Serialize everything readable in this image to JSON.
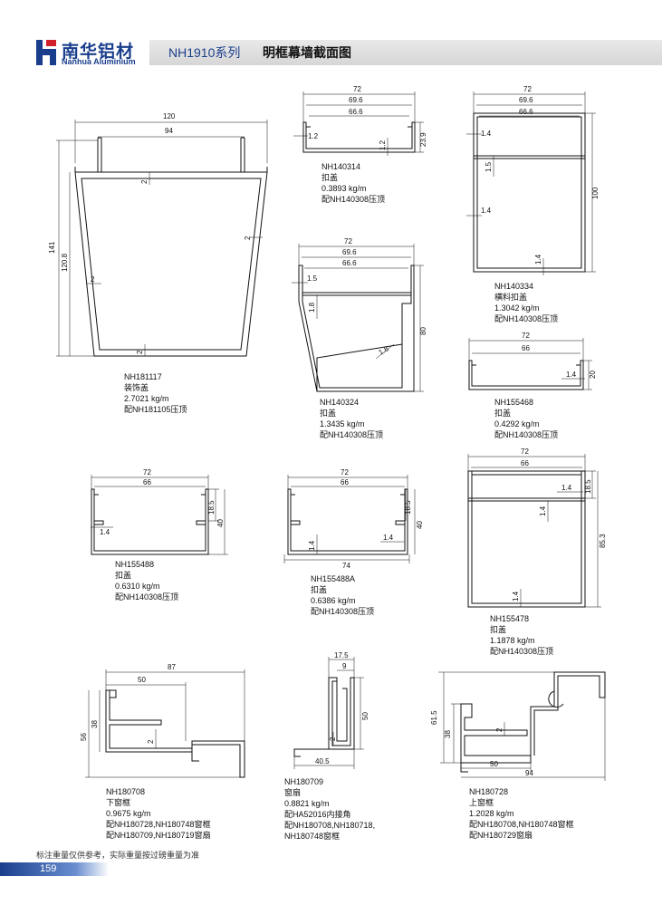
{
  "header": {
    "brand_cn": "南华铝材",
    "brand_en": "Nanhua Aluminium",
    "series": "NH1910系列",
    "title": "明框幕墙截面图"
  },
  "colors": {
    "brand": "#1a3e8c",
    "logo_red": "#d0202a"
  },
  "profiles": [
    {
      "code": "NH181117",
      "name": "装饰盖",
      "weight": "2.7021 kg/m",
      "notes": [
        "配NH181105压顶"
      ],
      "dims": [
        "120",
        "94",
        "141",
        "120.8",
        "2",
        "2",
        "2",
        "2"
      ]
    },
    {
      "code": "NH140314",
      "name": "扣盖",
      "weight": "0.3893 kg/m",
      "notes": [
        "配NH140308压顶"
      ],
      "dims": [
        "72",
        "69.6",
        "66.6",
        "1.2",
        "1.2",
        "23.9"
      ]
    },
    {
      "code": "NH140334",
      "name": "横料扣盖",
      "weight": "1.3042 kg/m",
      "notes": [
        "配NH140308压顶"
      ],
      "dims": [
        "72",
        "69.6",
        "66.6",
        "1.4",
        "1.5",
        "100",
        "1.4",
        "1.4"
      ]
    },
    {
      "code": "NH140324",
      "name": "扣盖",
      "weight": "1.3435 kg/m",
      "notes": [
        "配NH140308压顶"
      ],
      "dims": [
        "72",
        "69.6",
        "66.6",
        "1.5",
        "1.8",
        "80",
        "1.8"
      ]
    },
    {
      "code": "NH155468",
      "name": "扣盖",
      "weight": "0.4292 kg/m",
      "notes": [
        "配NH140308压顶"
      ],
      "dims": [
        "72",
        "66",
        "1.4",
        "20"
      ]
    },
    {
      "code": "NH155488",
      "name": "扣盖",
      "weight": "0.6310 kg/m",
      "notes": [
        "配NH140308压顶"
      ],
      "dims": [
        "72",
        "66",
        "18.5",
        "40",
        "1.4"
      ]
    },
    {
      "code": "NH155488A",
      "name": "扣盖",
      "weight": "0.6386 kg/m",
      "notes": [
        "配NH140308压顶"
      ],
      "dims": [
        "72",
        "66",
        "18.5",
        "40",
        "1.4",
        "1.4",
        "74"
      ]
    },
    {
      "code": "NH155478",
      "name": "扣盖",
      "weight": "1.1878 kg/m",
      "notes": [
        "配NH140308压顶"
      ],
      "dims": [
        "72",
        "66",
        "18.5",
        "1.4",
        "1.4",
        "85.3",
        "1.4"
      ]
    },
    {
      "code": "NH180708",
      "name": "下窗框",
      "weight": "0.9675 kg/m",
      "notes": [
        "配NH180728,NH180748窗框",
        "配NH180709,NH180719窗扇"
      ],
      "dims": [
        "87",
        "50",
        "38",
        "56",
        "2"
      ]
    },
    {
      "code": "NH180709",
      "name": "窗扇",
      "weight": "0.8821 kg/m",
      "notes": [
        "配HA52016内接角",
        "配NH180708,NH180718,",
        "NH180748窗框"
      ],
      "dims": [
        "17.5",
        "9",
        "50",
        "2",
        "40.5"
      ]
    },
    {
      "code": "NH180728",
      "name": "上窗框",
      "weight": "1.2028 kg/m",
      "notes": [
        "配NH180708,NH180748窗框",
        "配NH180729窗扇"
      ],
      "dims": [
        "61.5",
        "38",
        "2",
        "50",
        "94"
      ]
    }
  ],
  "footer": {
    "note": "标注重量仅供参考，实际重量按过磅重量为准",
    "page": "159"
  }
}
